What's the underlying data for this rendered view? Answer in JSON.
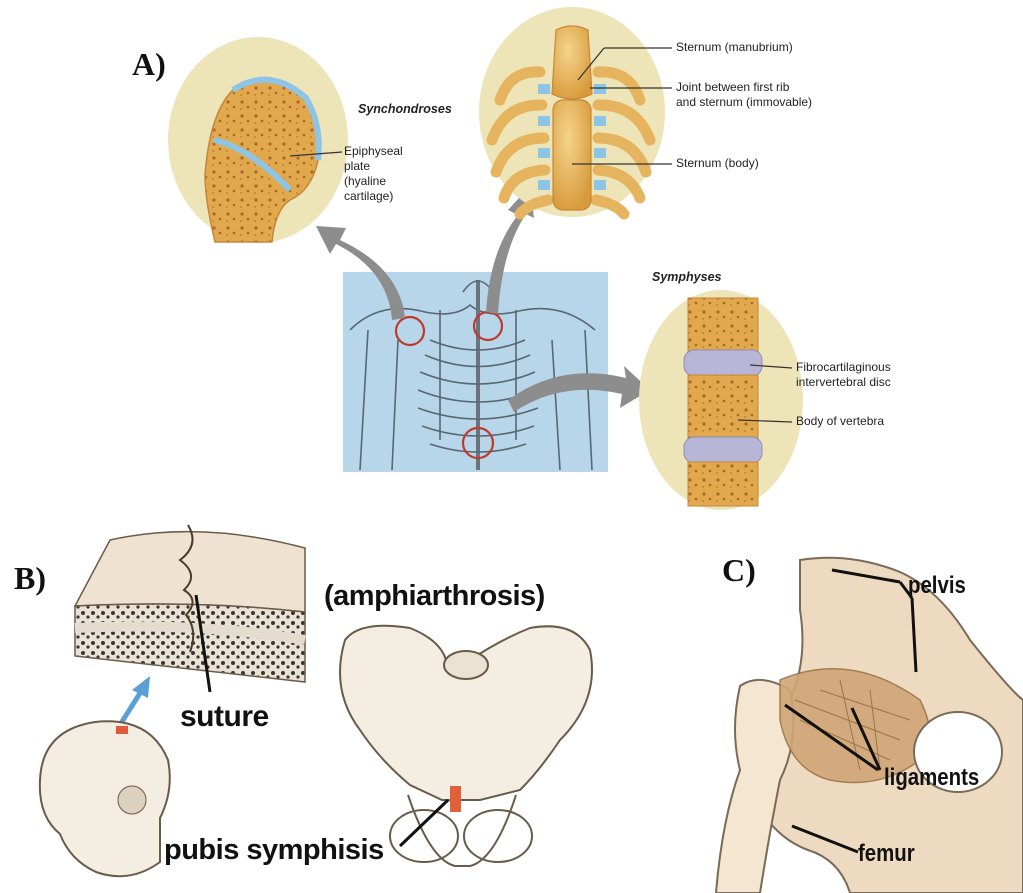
{
  "panels": {
    "a": {
      "letter": "A)",
      "synchondroses_title": "Synchondroses",
      "symphyses_title": "Symphyses",
      "labels": {
        "epiphyseal": [
          "Epiphyseal",
          "plate",
          "(hyaline",
          "cartilage)"
        ],
        "manubrium": "Sternum (manubrium)",
        "first_rib": [
          "Joint between first rib",
          "and sternum (immovable)"
        ],
        "sternum_body": "Sternum (body)",
        "disc": [
          "Fibrocartilaginous",
          "intervertebral disc"
        ],
        "vertebra": "Body of vertebra"
      }
    },
    "b": {
      "letter": "B)",
      "amphiarthrosis": "(amphiarthrosis)",
      "suture": "suture",
      "pubis": "pubis symphisis"
    },
    "c": {
      "letter": "C)",
      "pelvis": "pelvis",
      "ligaments": "ligaments",
      "femur": "femur"
    }
  },
  "colors": {
    "bone": "#e8b55a",
    "bone_light": "#f6e7c8",
    "cartilage": "#8ec5e6",
    "disc": "#b8b6d6",
    "backdrop_blue": "#b7d6ea",
    "inset_bg": "#ede4b8",
    "arrow_gray": "#8d8d8d",
    "circle_red": "#c0392b"
  }
}
